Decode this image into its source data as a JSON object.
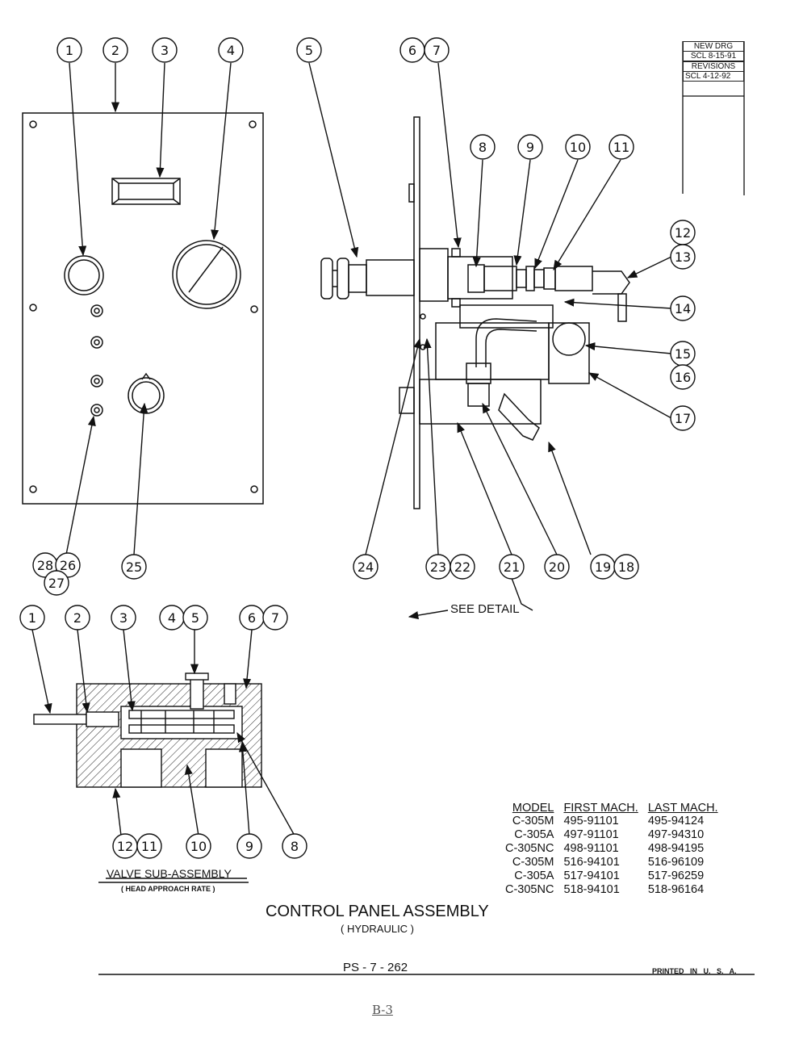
{
  "revisions": {
    "new_drg": "NEW DRG",
    "new_drg_date": "SCL 8-15-91",
    "revisions_label": "REVISIONS",
    "rev1": "SCL 4-12-92"
  },
  "callouts_top": [
    "1",
    "2",
    "3",
    "4",
    "5",
    "6",
    "7",
    "8",
    "9",
    "10",
    "11",
    "12",
    "13",
    "14",
    "15",
    "16",
    "17",
    "18",
    "19",
    "20",
    "21",
    "22",
    "23",
    "24",
    "25",
    "26",
    "27",
    "28"
  ],
  "callouts_detail": [
    "1",
    "2",
    "3",
    "4",
    "5",
    "6",
    "7",
    "8",
    "9",
    "10",
    "11",
    "12"
  ],
  "see_detail": "SEE DETAIL",
  "valve_title": "VALVE SUB-ASSEMBLY",
  "valve_subtitle": "( HEAD APPROACH RATE )",
  "main_title": "CONTROL PANEL ASSEMBLY",
  "main_subtitle": "( HYDRAULIC )",
  "drawing_number": "PS - 7 - 262",
  "printed": "PRINTED IN U. S. A.",
  "page_number": "B-3",
  "model_table": {
    "headers": [
      "MODEL",
      "FIRST MACH.",
      "LAST MACH."
    ],
    "rows": [
      [
        "C-305M",
        "495-91101",
        "495-94124"
      ],
      [
        "C-305A",
        "497-91101",
        "497-94310"
      ],
      [
        "C-305NC",
        "498-91101",
        "498-94195"
      ],
      [
        "C-305M",
        "516-94101",
        "516-96109"
      ],
      [
        "C-305A",
        "517-94101",
        "517-96259"
      ],
      [
        "C-305NC",
        "518-94101",
        "518-96164"
      ]
    ]
  }
}
